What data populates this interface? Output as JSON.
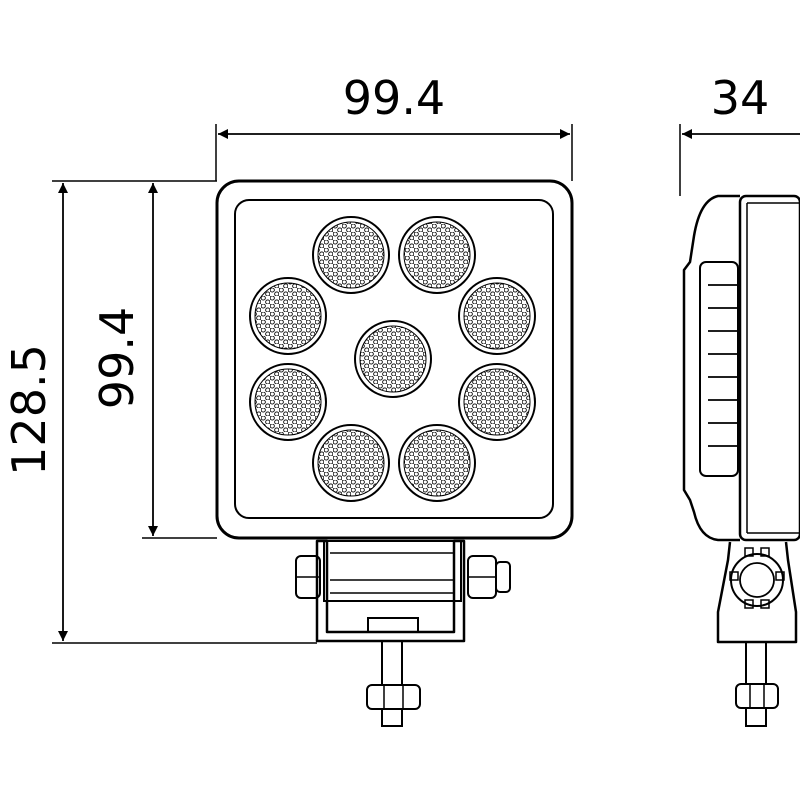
{
  "dimensions": {
    "front_width": "99.4",
    "side_depth": "34",
    "lens_height": "99.4",
    "total_height": "128.5"
  },
  "colors": {
    "line": "#000000",
    "background": "#ffffff"
  }
}
